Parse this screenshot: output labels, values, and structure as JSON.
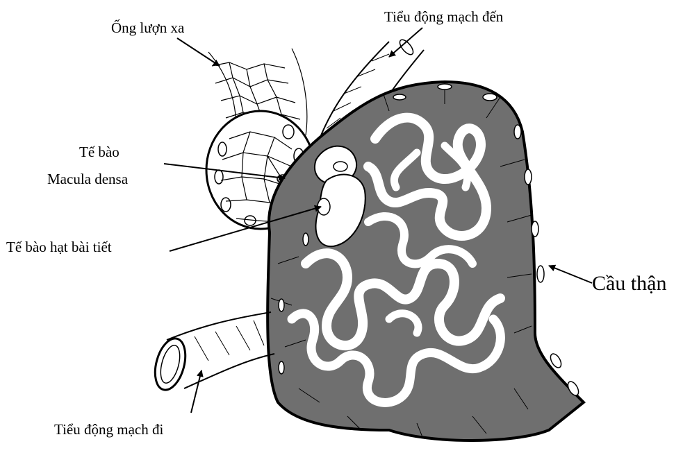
{
  "labels": {
    "distal_tubule": "Ống lượn xa",
    "afferent_arteriole": "Tiểu động mạch đến",
    "macula_densa_line1": "Tế bào",
    "macula_densa_line2": "Macula densa",
    "granular_cells": "Tế bào hạt bài tiết",
    "glomerulus": "Cầu thận",
    "efferent_arteriole": "Tiểu động mạch đi"
  },
  "colors": {
    "ink": "#000000",
    "capsule_fill": "#6f6f6f",
    "capillary_fill": "#ffffff",
    "paper": "#ffffff"
  }
}
